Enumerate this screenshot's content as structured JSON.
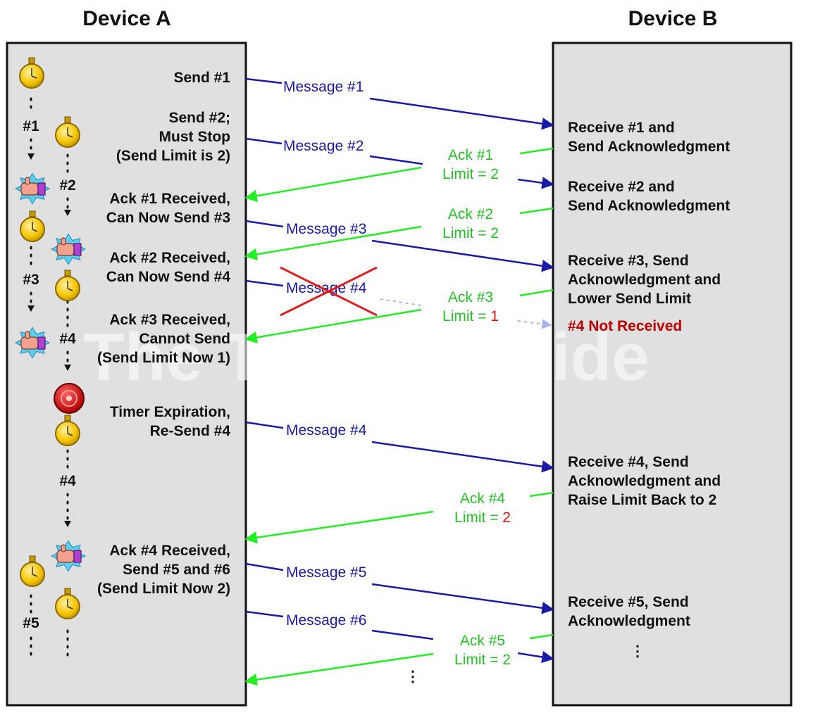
{
  "columns": {
    "left": "Device A",
    "right": "Device B"
  },
  "watermark": "The TCP/IP Guide",
  "device_a": [
    [
      "Send #1"
    ],
    [
      "Send #2;",
      "Must Stop",
      "(Send Limit is 2)"
    ],
    [
      "Ack #1 Received,",
      "Can Now Send #3"
    ],
    [
      "Ack #2 Received,",
      "Can Now Send #4"
    ],
    [
      "Ack #3 Received,",
      "Cannot Send",
      "(Send Limit Now 1)"
    ],
    [
      "Timer Expiration,",
      "Re-Send #4"
    ],
    [
      "Ack #4 Received,",
      "Send #5 and #6",
      "(Send Limit Now 2)"
    ]
  ],
  "device_b": [
    [
      "Receive #1 and",
      "Send Acknowledgment"
    ],
    [
      "Receive #2 and",
      "Send Acknowledgment"
    ],
    [
      "Receive #3, Send",
      "Acknowledgment and",
      "Lower Send Limit"
    ],
    [
      "#4 Not Received"
    ],
    [
      "Receive #4, Send",
      "Acknowledgment and",
      "Raise Limit Back to 2"
    ],
    [
      "Receive #5, Send",
      "Acknowledgment"
    ]
  ],
  "messages": [
    "Message #1",
    "Message #2",
    "Message #3",
    "Message #4",
    "Message #4",
    "Message #5",
    "Message #6"
  ],
  "acks": [
    {
      "name": "Ack #1",
      "limit_label": "Limit = ",
      "limit_value": "2",
      "limit_changed": false
    },
    {
      "name": "Ack #2",
      "limit_label": "Limit = ",
      "limit_value": "2",
      "limit_changed": false
    },
    {
      "name": "Ack #3",
      "limit_label": "Limit = ",
      "limit_value": "1",
      "limit_changed": true
    },
    {
      "name": "Ack #4",
      "limit_label": "Limit = ",
      "limit_value": "2",
      "limit_changed": true
    },
    {
      "name": "Ack #5",
      "limit_label": "Limit = ",
      "limit_value": "2",
      "limit_changed": false
    }
  ],
  "seq_labels": [
    "#1",
    "#2",
    "#3",
    "#4",
    "#4",
    "#5"
  ],
  "ellipsis": "⋮",
  "icons": {
    "timer": "stopwatch-icon",
    "ack_received": "hand-icon",
    "expired": "alarm-icon",
    "lost": "red-x-icon"
  },
  "colors": {
    "message": "#1a1aa8",
    "ack": "#22c422",
    "limit_changed": "#e01010",
    "not_received": "#c00000",
    "lost_mark": "#e02020",
    "panel": "#e0e0e0"
  }
}
